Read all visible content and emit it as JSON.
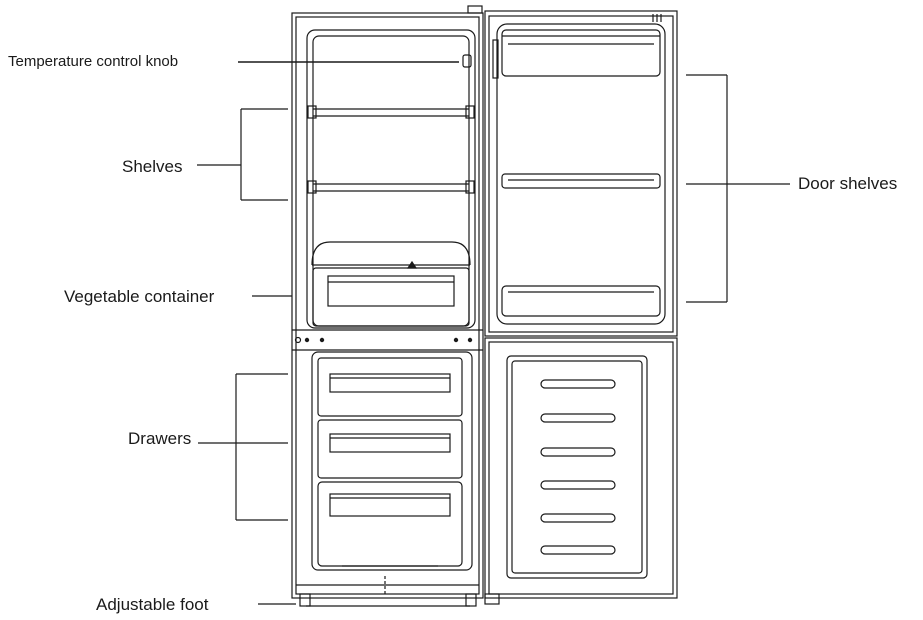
{
  "labels": {
    "temperature_knob": "Temperature control knob",
    "shelves": "Shelves",
    "vegetable_container": "Vegetable container",
    "drawers": "Drawers",
    "adjustable_foot": "Adjustable foot",
    "door_shelves": "Door shelves"
  },
  "colors": {
    "line": "#1a1a1a",
    "background": "#ffffff"
  }
}
